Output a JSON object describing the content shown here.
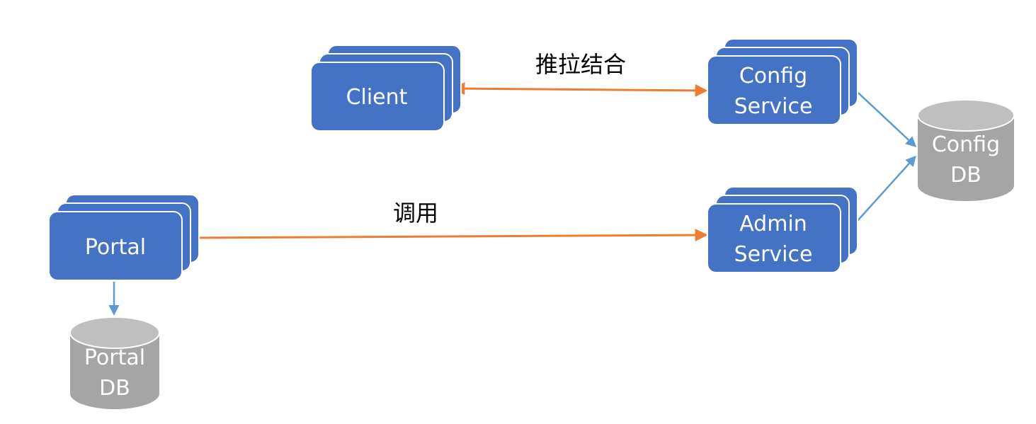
{
  "colors": {
    "node_fill": "#4472C4",
    "node_stroke": "#ffffff",
    "db_fill": "#A5A5A5",
    "db_top": "#BFBFBF",
    "orange_arrow": "#ED7D31",
    "blue_arrow": "#5B9BD5"
  },
  "nodes": {
    "client": {
      "label": "Client"
    },
    "config_service": {
      "line1": "Config",
      "line2": "Service"
    },
    "admin_service": {
      "line1": "Admin",
      "line2": "Service"
    },
    "portal": {
      "label": "Portal"
    }
  },
  "databases": {
    "config_db": {
      "line1": "Config",
      "line2": "DB"
    },
    "portal_db": {
      "line1": "Portal",
      "line2": "DB"
    }
  },
  "edges": {
    "client_config": {
      "label": "推拉结合"
    },
    "portal_admin": {
      "label": "调用"
    }
  }
}
